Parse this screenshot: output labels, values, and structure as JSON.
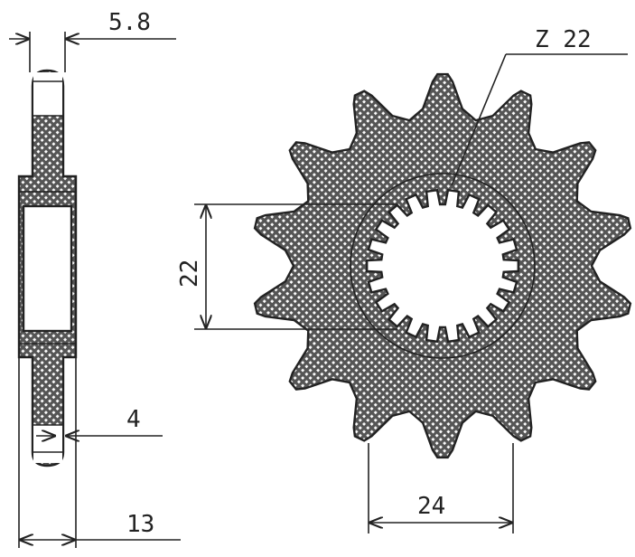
{
  "drawing": {
    "side_view": {
      "dim_width_top": "5.8",
      "dim_thickness_tooth": "4",
      "dim_total_width": "13"
    },
    "front_view": {
      "tooth_count_label": "Z 22",
      "dim_bore": "22",
      "dim_tooth_pitch": "24"
    },
    "colors": {
      "line": "#222222",
      "hatch": "#555555",
      "background": "#ffffff"
    }
  }
}
